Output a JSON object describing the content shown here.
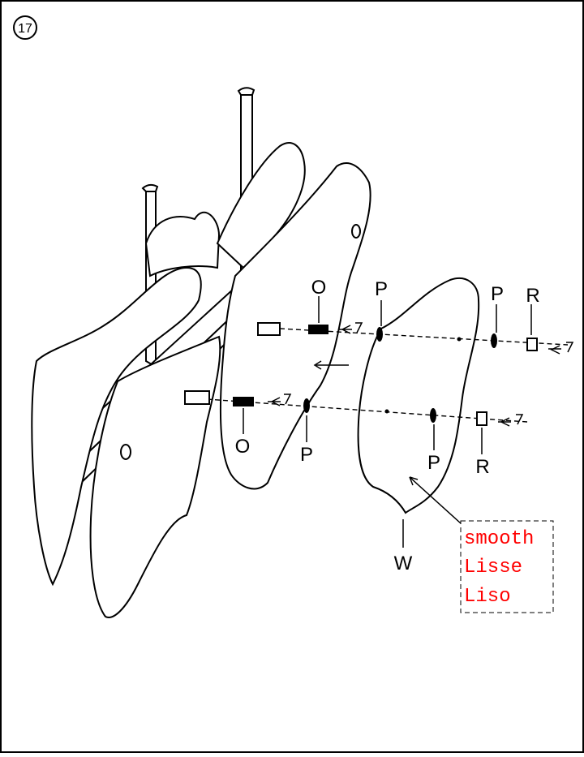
{
  "step": {
    "number": "17"
  },
  "parts": {
    "O_upper": "O",
    "O_lower": "O",
    "P_upper_left": "P",
    "P_upper_right": "P",
    "P_lower_left": "P",
    "P_lower_right": "P",
    "R_upper": "R",
    "R_lower": "R",
    "W": "W"
  },
  "note": {
    "lines": [
      "smooth",
      "Lisse",
      "Liso"
    ],
    "color": "#ff0000"
  },
  "colors": {
    "line": "#000000",
    "panel_fill": "#ffffff",
    "label_text": "#000000"
  }
}
